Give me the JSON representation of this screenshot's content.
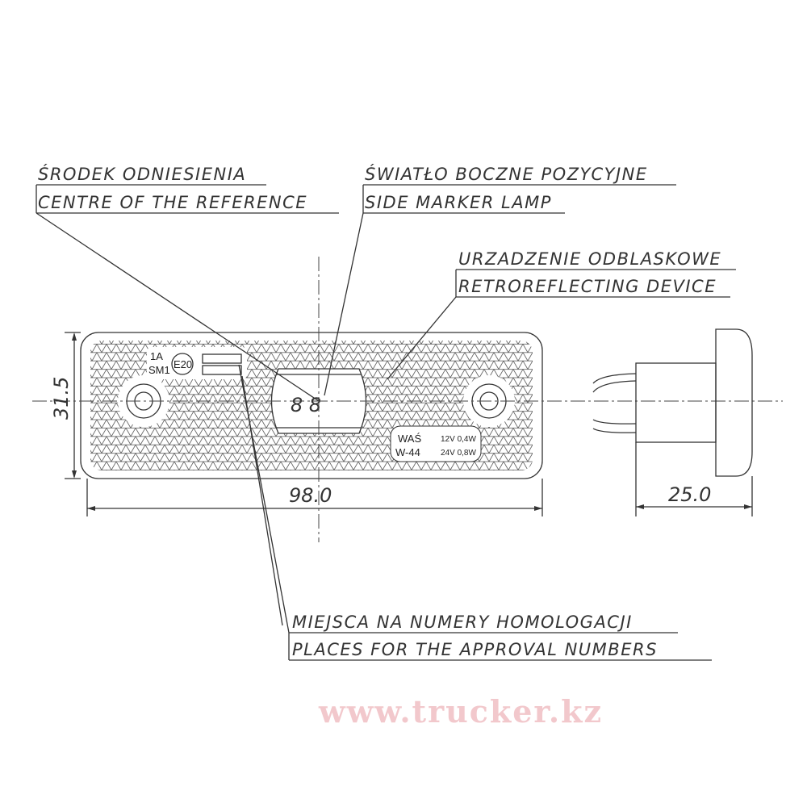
{
  "labels": {
    "reference_pl": "ŚRODEK ODNIESIENIA",
    "reference_en": "CENTRE OF THE REFERENCE",
    "lamp_pl": "ŚWIATŁO BOCZNE POZYCYJNE",
    "lamp_en": "SIDE MARKER LAMP",
    "reflector_pl": "URZADZENIE ODBLASKOWE",
    "reflector_en": "RETROREFLECTING DEVICE",
    "approval_pl": "MIEJSCA NA NUMERY HOMOLOGACJI",
    "approval_en": "PLACES FOR THE APPROVAL NUMBERS"
  },
  "dimensions": {
    "height": "31.5",
    "width": "98.0",
    "depth": "25.0"
  },
  "markings": {
    "class_1": "1A",
    "class_2": "SM1",
    "approval": "E20",
    "maker": "WAŚ",
    "model": "W-44",
    "rating_12": "12V 0,4W",
    "rating_24": "24V 0,8W",
    "bulb_digits": "8 8"
  },
  "watermark": "www.trucker.kz",
  "colors": {
    "line": "#333333",
    "watermark": "#f2c8cc"
  }
}
